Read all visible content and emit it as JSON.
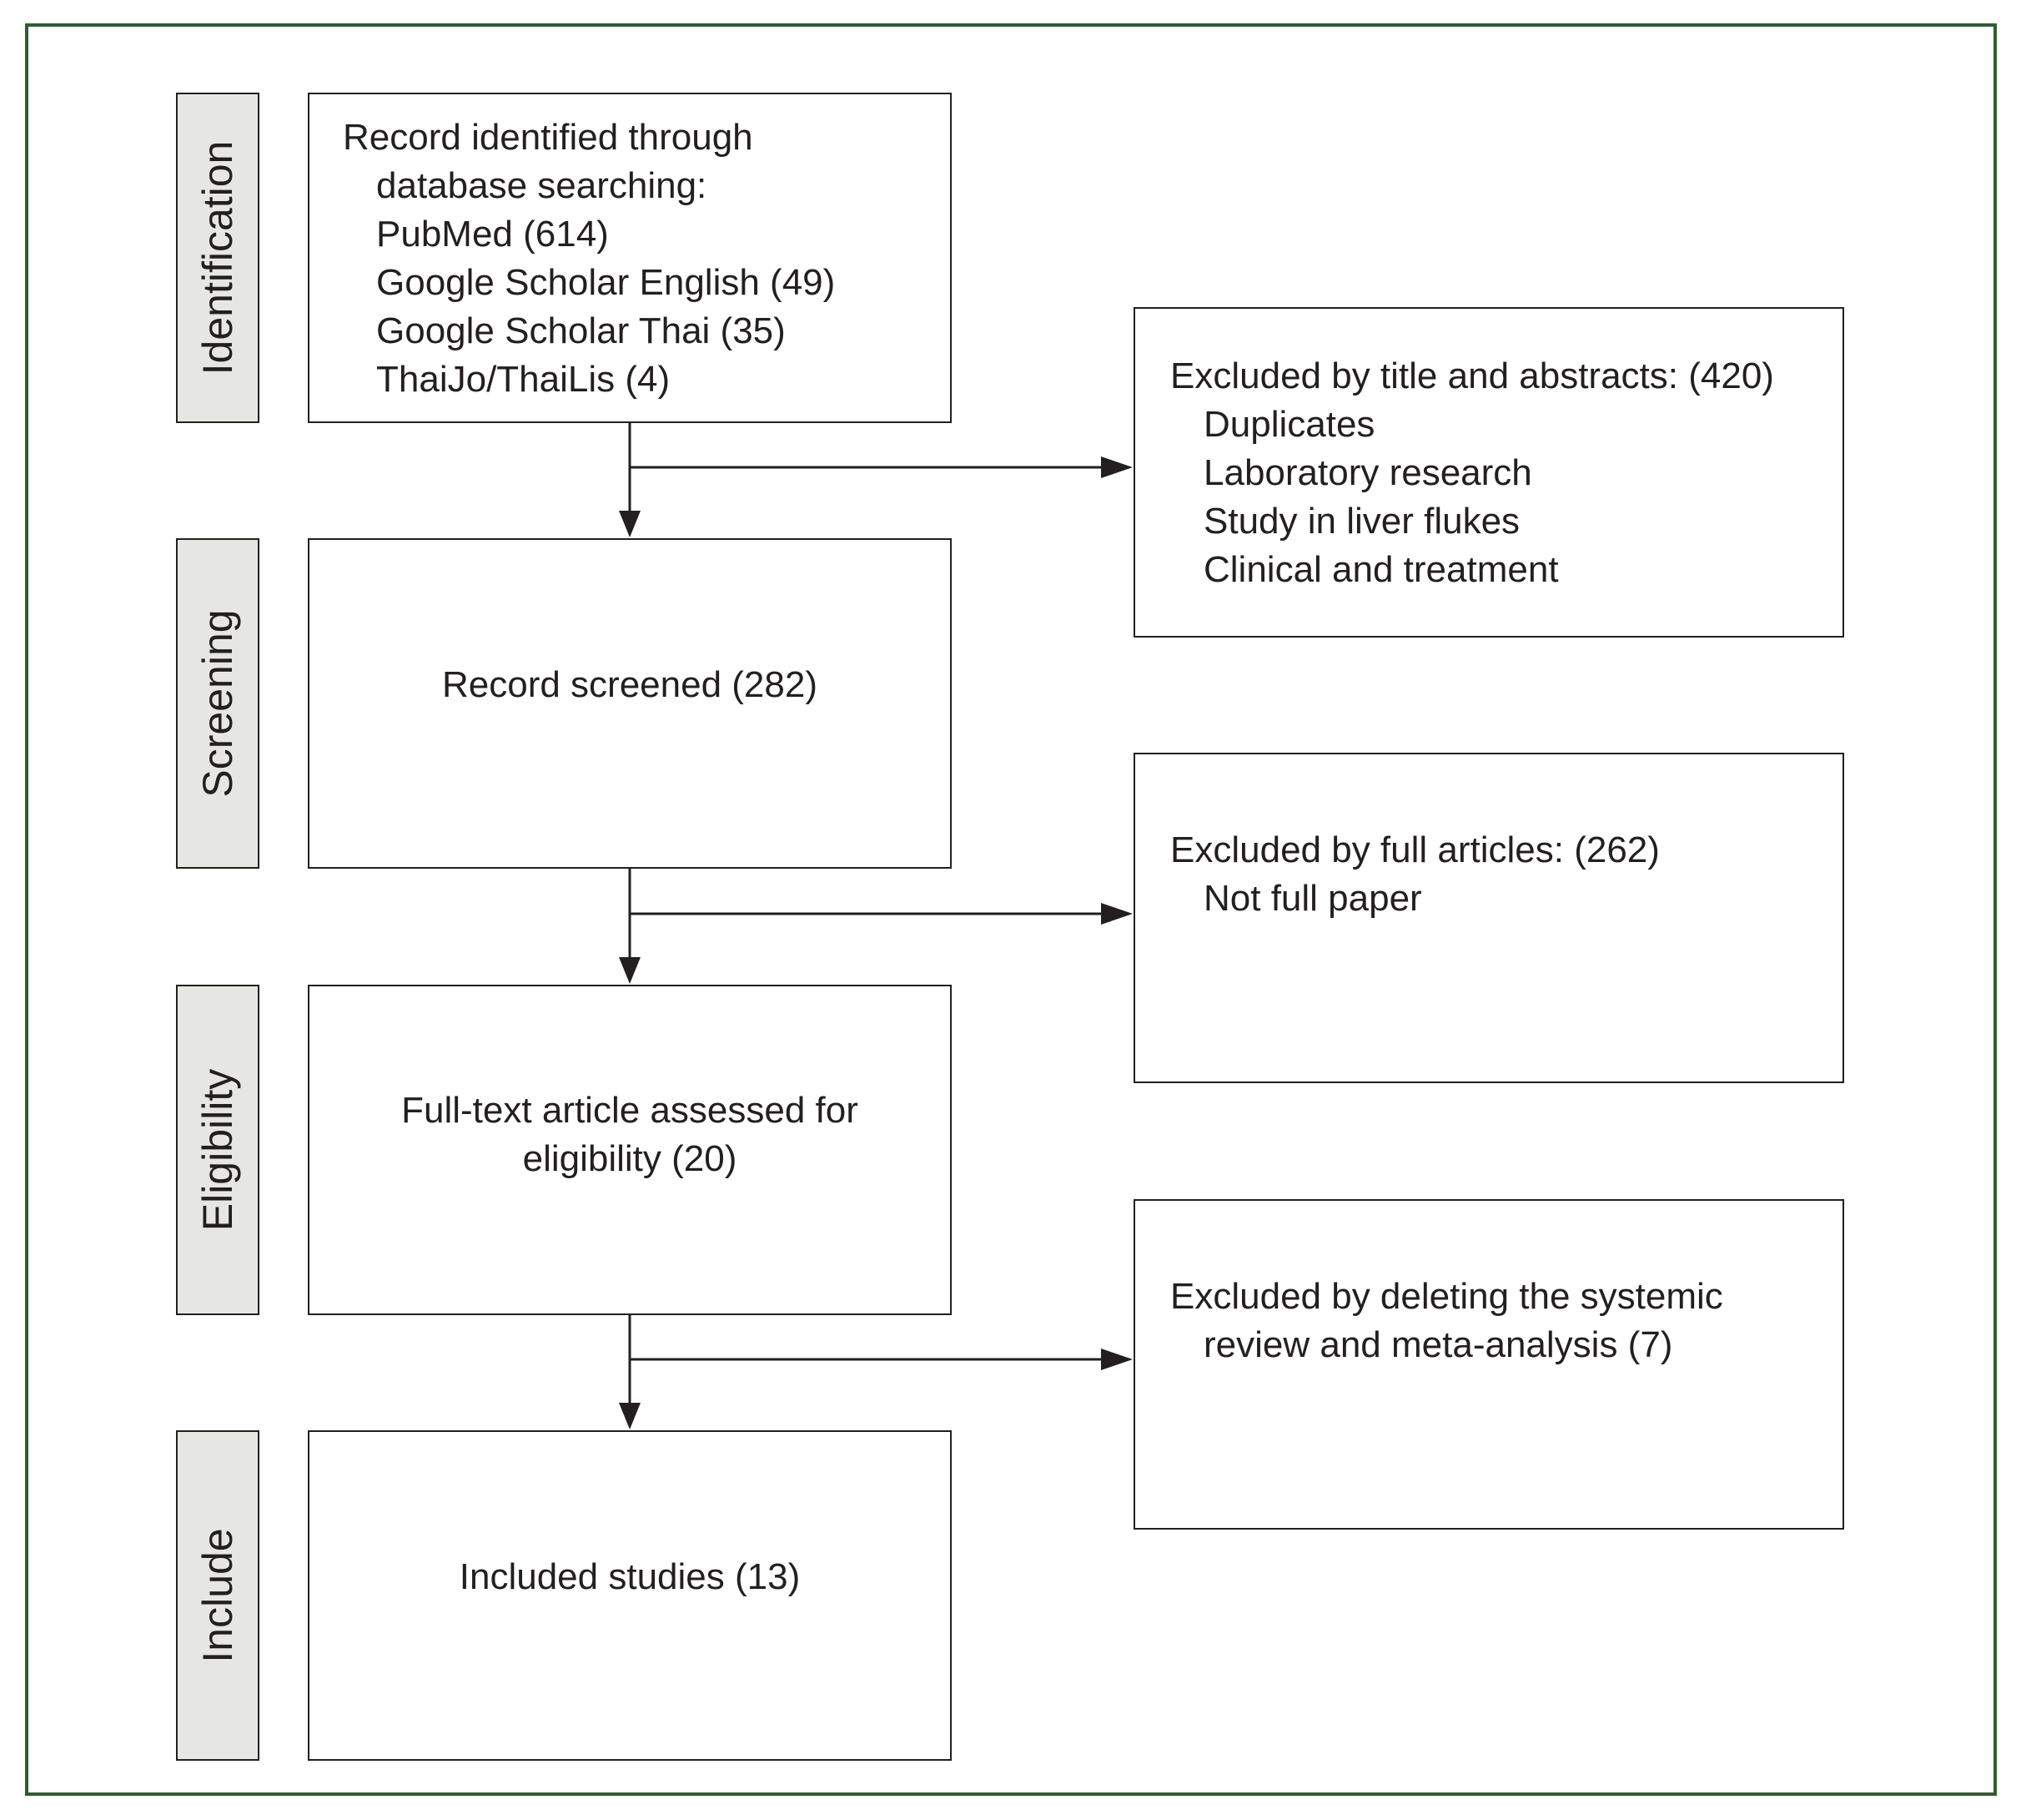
{
  "stages": {
    "identification": "Identification",
    "screening": "Screening",
    "eligibility": "Eligibility",
    "include": "Include"
  },
  "identification_box": {
    "heading_line1": "Record identified through",
    "heading_line2": "database searching:",
    "sources": [
      "PubMed (614)",
      "Google Scholar English (49)",
      "Google Scholar Thai (35)",
      "ThaiJo/ThaiLis (4)"
    ]
  },
  "screening_box": {
    "text": "Record screened (282)"
  },
  "eligibility_box": {
    "line1": "Full-text article assessed for",
    "line2": "eligibility (20)"
  },
  "include_box": {
    "text": "Included studies (13)"
  },
  "exclusion_title_abstract": {
    "heading": "Excluded by title and abstracts: (420)",
    "reasons": [
      "Duplicates",
      "Laboratory research",
      "Study in liver flukes",
      "Clinical and treatment"
    ]
  },
  "exclusion_full_articles": {
    "heading": "Excluded by full articles: (262)",
    "reasons": [
      "Not full paper"
    ]
  },
  "exclusion_meta_analysis": {
    "line1": "Excluded by deleting the systemic",
    "line2": "review and meta-analysis (7)"
  }
}
